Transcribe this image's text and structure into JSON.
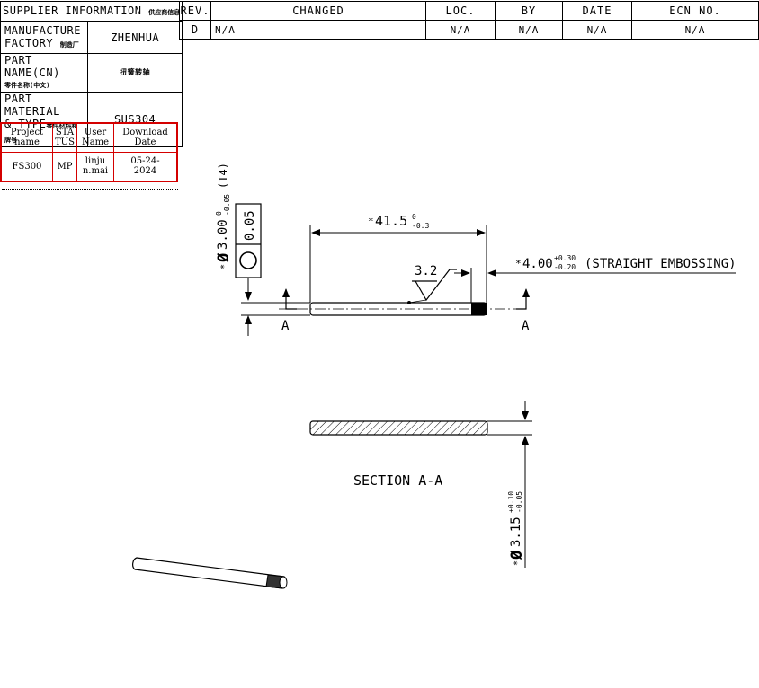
{
  "supplier": {
    "header": "SUPPLIER INFORMATION",
    "header_cn": "供应商信息",
    "manufacture_label": [
      "MANUFACTURE",
      "FACTORY"
    ],
    "manufacture_cn": "制造厂",
    "manufacture_value": "ZHENHUA",
    "part_name_label": "PART NAME(CN)",
    "part_name_cn": "零件名称(中文)",
    "part_name_value": "扭簧转轴",
    "material_label": [
      "PART MATERIAL",
      "& TYPE"
    ],
    "material_cn": "零件材料和牌号",
    "material_value": "SUS304"
  },
  "download": {
    "headers": [
      [
        "Project",
        "name"
      ],
      [
        "STA",
        "TUS"
      ],
      [
        "User",
        "Name"
      ],
      [
        "Download",
        "Date"
      ]
    ],
    "values": [
      [
        "FS300"
      ],
      [
        "MP"
      ],
      [
        "linju",
        "n.mai"
      ],
      [
        "05-24-",
        "2024"
      ]
    ],
    "border_color": "#d40000"
  },
  "revision": {
    "headers": [
      "REV.",
      "CHANGED",
      "LOC.",
      "BY",
      "DATE",
      "ECN NO."
    ],
    "row": [
      "D",
      "N/A",
      "N/A",
      "N/A",
      "N/A",
      "N/A"
    ]
  },
  "drawing": {
    "fcf_tolerance": "0.05",
    "fcf_symbol": "circularity",
    "diameter_main": "3.00",
    "diameter_main_tol_upper": "0",
    "diameter_main_tol_lower": "-0.05",
    "diameter_main_suffix": "(T4)",
    "length_value": "41.5",
    "length_tol_upper": "0",
    "length_tol_lower": "-0.3",
    "roughness": "3.2",
    "emboss_value": "4.00",
    "emboss_tol_upper": "+0.30",
    "emboss_tol_lower": "-0.20",
    "emboss_note": "(STRAIGHT EMBOSSING)",
    "section_mark": "A",
    "section_title": "SECTION A-A",
    "section_diameter": "3.15",
    "section_tol_upper": "+0.10",
    "section_tol_lower": "-0.05",
    "key_marker": "*",
    "diameter_symbol": "Ø"
  }
}
